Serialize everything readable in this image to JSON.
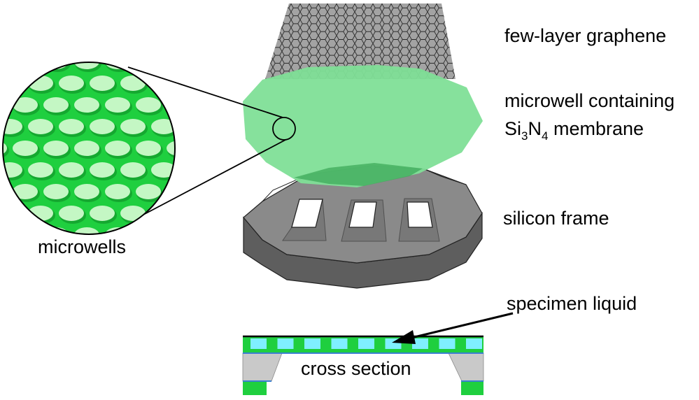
{
  "labels": {
    "graphene": "few-layer graphene",
    "membrane_line1": "microwell containing",
    "membrane_si": "Si",
    "membrane_sub3": "3",
    "membrane_n": "N",
    "membrane_sub4": "4",
    "membrane_rest": " membrane",
    "frame": "silicon  frame",
    "microwells": "microwells",
    "liquid": "specimen liquid",
    "cross_section": "cross section"
  },
  "colors": {
    "membrane": "#7fdf97",
    "membrane_dark": "#3da95a",
    "microwell_green": "#1fcf3f",
    "microwell_light": "#c4f7c4",
    "frame_top": "#8a8a8a",
    "frame_side": "#5e5e5e",
    "graphene": "#9c9c9c",
    "liquid": "#7fefff",
    "frame_cross": "#c9c9c9",
    "nitride_line": "#3a7fd0"
  }
}
